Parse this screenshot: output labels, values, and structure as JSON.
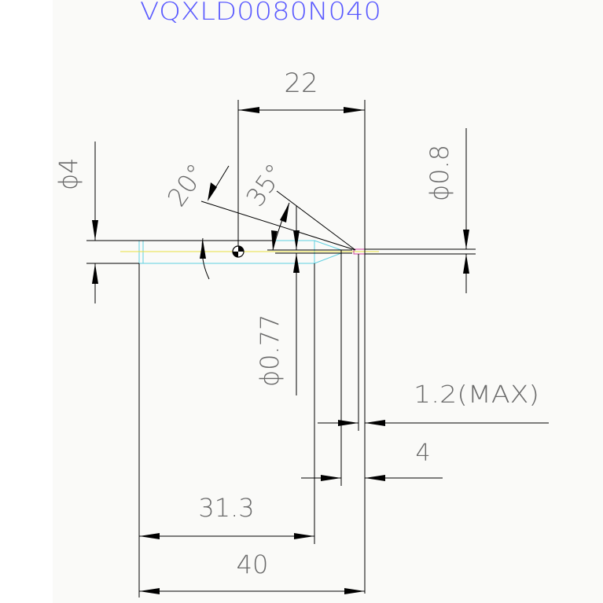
{
  "title": "VQXLD0080N040",
  "colors": {
    "title": "#5a5aff",
    "dimension_text": "#6a6a6a",
    "lines": "#000000",
    "tool_outline": "#5fd0e0",
    "center_line": "#e8e040",
    "tip": "#d040a0",
    "sheet": "#fafaf8"
  },
  "dimensions": {
    "top_length": "22",
    "shank_diameter": "ϕ4",
    "tip_diameter": "ϕ0.8",
    "neck_diameter": "ϕ0.77",
    "angle_20": "20°",
    "angle_35": "35°",
    "tip_length": "1.2(MAX)",
    "flute_length": "4",
    "neck_length": "31.3",
    "overall_length": "40"
  }
}
